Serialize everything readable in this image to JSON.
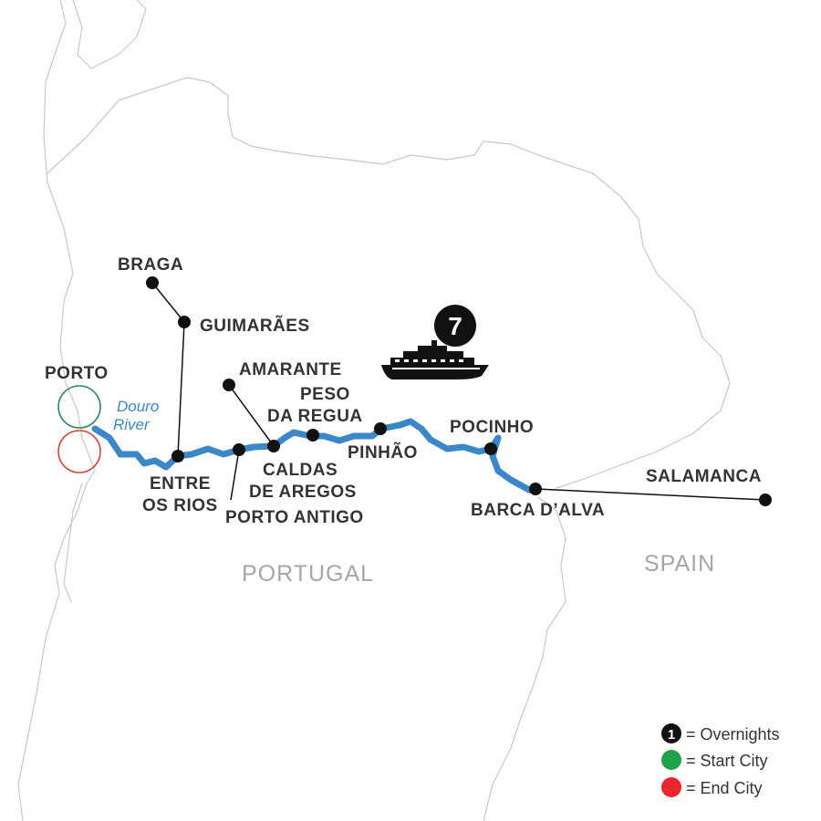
{
  "map": {
    "cities": {
      "braga": "BRAGA",
      "guimaraes": "GUIMARÃES",
      "porto": "PORTO",
      "amarante": "AMARANTE",
      "peso_line1": "PESO",
      "peso_line2": "DA REGUA",
      "pocinho": "POCINHO",
      "entre_line1": "ENTRE",
      "entre_line2": "OS RIOS",
      "caldas_line1": "CALDAS",
      "caldas_line2": "DE AREGOS",
      "pinhao": "PINHÃO",
      "porto_antigo": "PORTO ANTIGO",
      "barca": "BARCA D’ALVA",
      "salamanca": "SALAMANCA"
    },
    "river": {
      "line1": "Douro",
      "line2": "River",
      "color": "#3b87c8"
    },
    "countries": {
      "portugal": "PORTUGAL",
      "spain": "SPAIN"
    },
    "overnight_badge": {
      "nights": "7"
    },
    "start_city_color": "#2e8b57",
    "end_city_color": "#d9453a"
  },
  "legend": {
    "overnights": {
      "icon_number": "1",
      "label": "= Overnights"
    },
    "start": {
      "label": "= Start City",
      "color": "#1fa24a"
    },
    "end": {
      "label": "= End City",
      "color": "#e8262b"
    }
  }
}
